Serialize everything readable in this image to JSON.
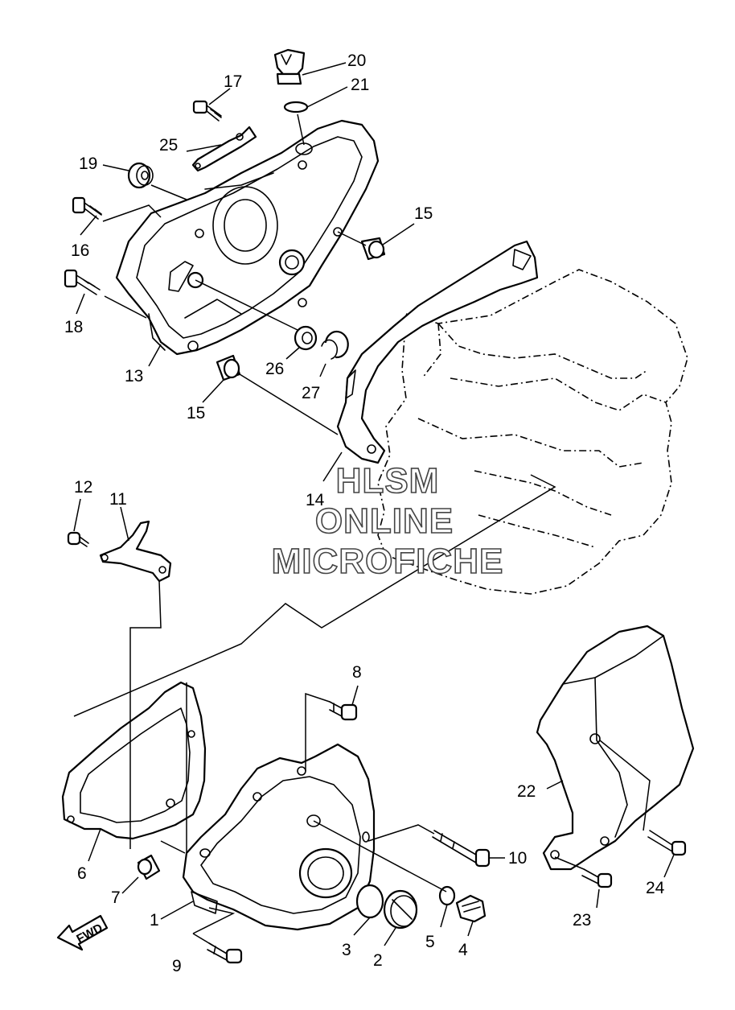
{
  "watermark": [
    "HLSM",
    "ONLINE",
    "MICROFICHE"
  ],
  "fwd_label": "FWD",
  "callouts": [
    {
      "id": "label-1",
      "text": "1"
    },
    {
      "id": "label-2",
      "text": "2"
    },
    {
      "id": "label-3",
      "text": "3"
    },
    {
      "id": "label-4",
      "text": "4"
    },
    {
      "id": "label-5",
      "text": "5"
    },
    {
      "id": "label-6",
      "text": "6"
    },
    {
      "id": "label-7",
      "text": "7"
    },
    {
      "id": "label-8",
      "text": "8"
    },
    {
      "id": "label-9",
      "text": "9"
    },
    {
      "id": "label-10",
      "text": "10"
    },
    {
      "id": "label-11",
      "text": "11"
    },
    {
      "id": "label-12",
      "text": "12"
    },
    {
      "id": "label-13",
      "text": "13"
    },
    {
      "id": "label-14",
      "text": "14"
    },
    {
      "id": "label-15a",
      "text": "15"
    },
    {
      "id": "label-15b",
      "text": "15"
    },
    {
      "id": "label-16",
      "text": "16"
    },
    {
      "id": "label-17",
      "text": "17"
    },
    {
      "id": "label-18",
      "text": "18"
    },
    {
      "id": "label-19",
      "text": "19"
    },
    {
      "id": "label-20",
      "text": "20"
    },
    {
      "id": "label-21",
      "text": "21"
    },
    {
      "id": "label-22",
      "text": "22"
    },
    {
      "id": "label-23",
      "text": "23"
    },
    {
      "id": "label-24",
      "text": "24"
    },
    {
      "id": "label-25",
      "text": "25"
    },
    {
      "id": "label-26",
      "text": "26"
    },
    {
      "id": "label-27",
      "text": "27"
    }
  ]
}
